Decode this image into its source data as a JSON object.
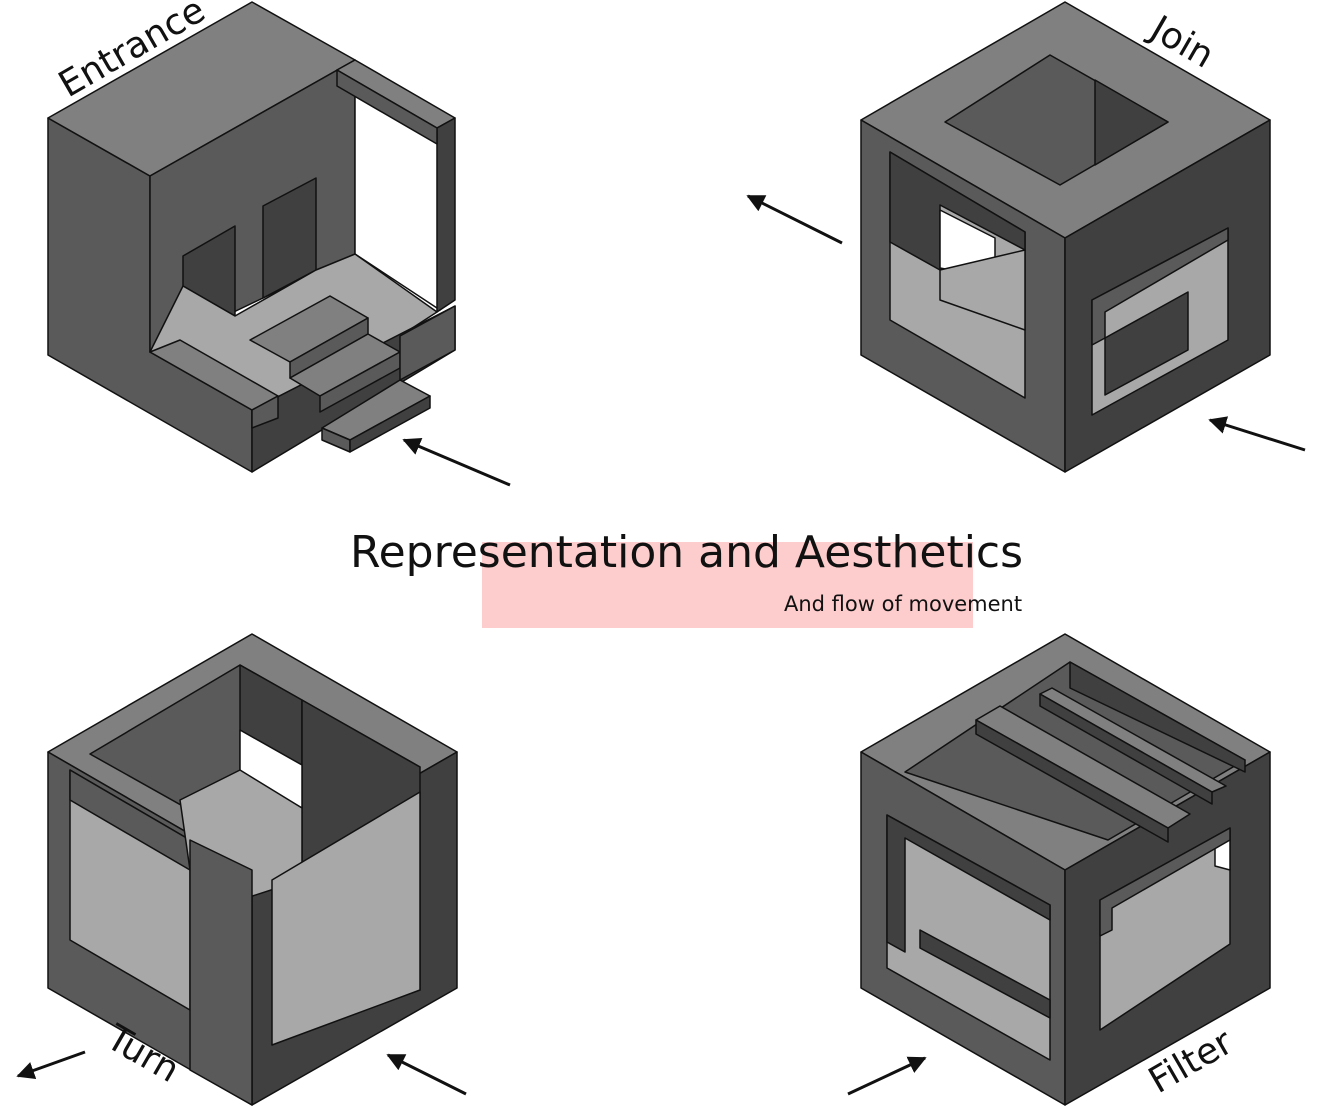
{
  "title": "Representation and Aesthetics",
  "subtitle": "And flow of movement",
  "colors": {
    "background": "#ffffff",
    "face_top": "#808080",
    "face_left": "#5a5a5a",
    "face_right": "#404040",
    "floor": "#a8a8a8",
    "highlight": "#fdcccd",
    "stroke": "#111111"
  },
  "modules": {
    "entrance": {
      "label": "Entrance",
      "icon": "entrance-cube-icon"
    },
    "join": {
      "label": "Join",
      "icon": "join-cube-icon"
    },
    "turn": {
      "label": "Turn",
      "icon": "turn-cube-icon"
    },
    "filter": {
      "label": "Filter",
      "icon": "filter-cube-icon"
    }
  }
}
